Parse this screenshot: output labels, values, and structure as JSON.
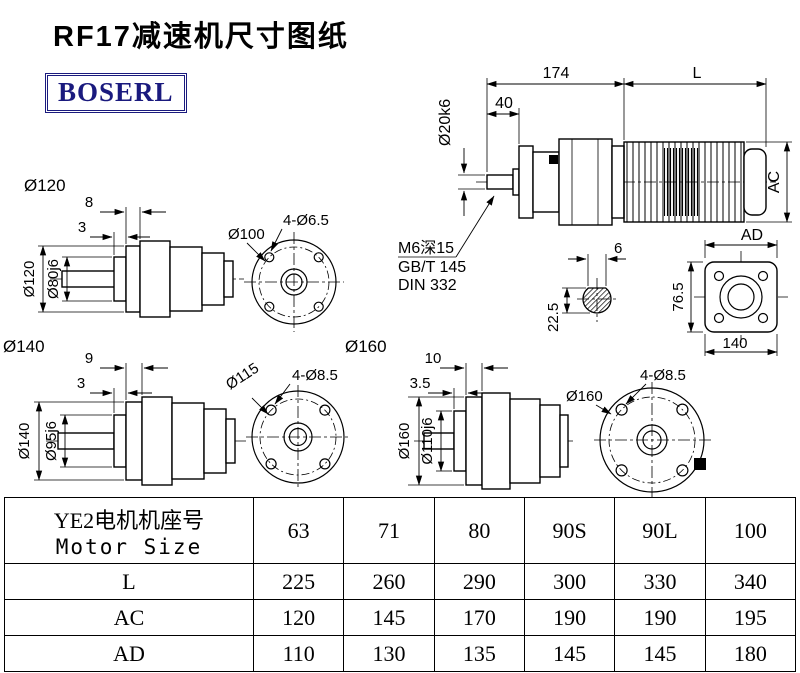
{
  "title": "RF17减速机尺寸图纸",
  "brand": {
    "logo_text": "BOSERL",
    "color": "#1a1a7e"
  },
  "main": {
    "dim_174": "174",
    "dim_L": "L",
    "dim_40": "40",
    "shaft_dia": "Ø20k6",
    "dim_AC": "AC",
    "dim_AD": "AD",
    "thread_note": "M6深15",
    "std_gb": "GB/T 145",
    "std_din": "DIN 332",
    "key_width": "6",
    "key_depth": "22.5",
    "flange_height": "76.5",
    "flange_width": "140"
  },
  "unit120": {
    "section_label": "Ø120",
    "flange_thickness": "8",
    "spigot_depth": "3",
    "flange_od": "Ø120",
    "spigot_dia": "Ø80j6",
    "holes": "4-Ø6.5",
    "front_dia": "Ø100"
  },
  "unit140": {
    "section_label": "Ø140",
    "flange_thickness": "9",
    "spigot_depth": "3",
    "flange_od": "Ø140",
    "spigot_dia": "Ø95j6",
    "holes": "4-Ø8.5",
    "front_dia": "Ø115"
  },
  "unit160": {
    "section_label": "Ø160",
    "flange_thickness": "10",
    "spigot_depth": "3.5",
    "flange_od": "Ø160",
    "spigot_dia": "Ø110j6",
    "holes": "4-Ø8.5",
    "front_dia": "Ø160"
  },
  "table": {
    "header_cn": "YE2电机机座号",
    "header_en": "Motor Size",
    "sizes": [
      "63",
      "71",
      "80",
      "90S",
      "90L",
      "100"
    ],
    "rows": [
      {
        "label": "L",
        "values": [
          "225",
          "260",
          "290",
          "300",
          "330",
          "340"
        ]
      },
      {
        "label": "AC",
        "values": [
          "120",
          "145",
          "170",
          "190",
          "190",
          "195"
        ]
      },
      {
        "label": "AD",
        "values": [
          "110",
          "130",
          "135",
          "145",
          "145",
          "180"
        ]
      }
    ]
  }
}
